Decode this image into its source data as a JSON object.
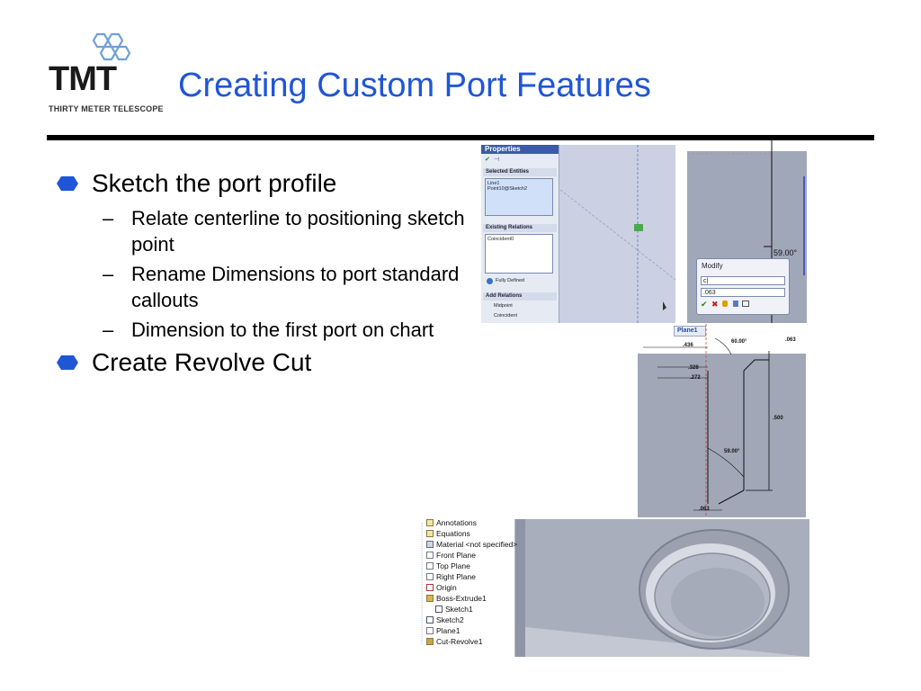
{
  "slide": {
    "title": "Creating Custom Port Features",
    "logo": {
      "mark": "TMT",
      "subtitle": "THIRTY METER TELESCOPE"
    },
    "bullets": [
      {
        "text": "Sketch the port profile",
        "sub": [
          "Relate centerline to positioning sketch point",
          "Rename Dimensions to port standard callouts",
          "Dimension to the first port on chart"
        ]
      },
      {
        "text": "Create Revolve Cut",
        "sub": []
      }
    ],
    "accent_color": "#1f56d6",
    "bullet_color": "#1f56d6"
  },
  "properties_panel": {
    "header": "Properties",
    "selected_entities_label": "Selected Entities",
    "selected_entities": [
      "Line1",
      "Point10@Sketch2"
    ],
    "existing_relations_label": "Existing Relations",
    "existing_relations": [
      "Coincident0"
    ],
    "status": "Fully Defined",
    "add_relations_label": "Add Relations",
    "add_relations": [
      "Midpoint",
      "Coincident"
    ]
  },
  "modify_dialog": {
    "title": "Modify",
    "field1": "c|",
    "field2": ".063",
    "angle_label": "59.00°"
  },
  "dimension_drawing": {
    "plane_tab": "Plane1",
    "labels": {
      "d436": ".436",
      "d60": "60.00°",
      "d063top": ".063",
      "d328": ".328",
      "d272": ".272",
      "d500": ".500",
      "d59": "59.00°",
      "d063bot": ".063"
    }
  },
  "feature_tree": {
    "items": [
      {
        "label": "Annotations",
        "icon": "annotations-icon"
      },
      {
        "label": "Equations",
        "icon": "equations-icon"
      },
      {
        "label": "Material <not specified>",
        "icon": "material-icon"
      },
      {
        "label": "Front Plane",
        "icon": "plane-icon"
      },
      {
        "label": "Top Plane",
        "icon": "plane-icon"
      },
      {
        "label": "Right Plane",
        "icon": "plane-icon"
      },
      {
        "label": "Origin",
        "icon": "origin-icon"
      },
      {
        "label": "Boss-Extrude1",
        "icon": "extrude-icon"
      },
      {
        "label": "Sketch1",
        "icon": "sketch-icon"
      },
      {
        "label": "Sketch2",
        "icon": "sketch-icon"
      },
      {
        "label": "Plane1",
        "icon": "plane-icon"
      },
      {
        "label": "Cut-Revolve1",
        "icon": "revolve-icon"
      }
    ]
  }
}
